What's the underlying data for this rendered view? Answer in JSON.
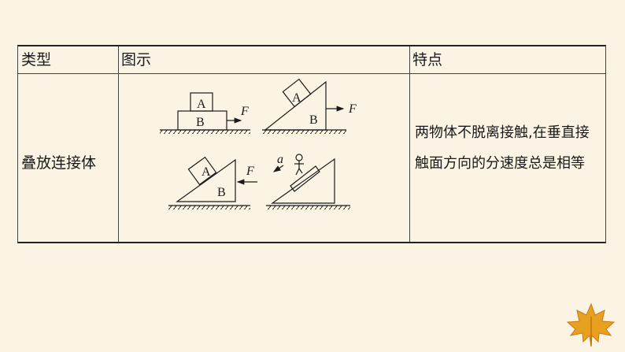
{
  "table": {
    "headers": [
      "类型",
      "图示",
      "特点"
    ],
    "row": {
      "type": "叠放连接体",
      "feature": "两物体不脱离接触,在垂直接触面方向的分速度总是相等"
    }
  },
  "figure_labels": {
    "block_a": "A",
    "block_b": "B",
    "force": "F",
    "accel": "a"
  },
  "colors": {
    "background": "#fbf4e4",
    "line": "#1a1a1a",
    "leaf": "#e8a020"
  },
  "decoration": {
    "leaf_icon": "maple-leaf-icon"
  }
}
